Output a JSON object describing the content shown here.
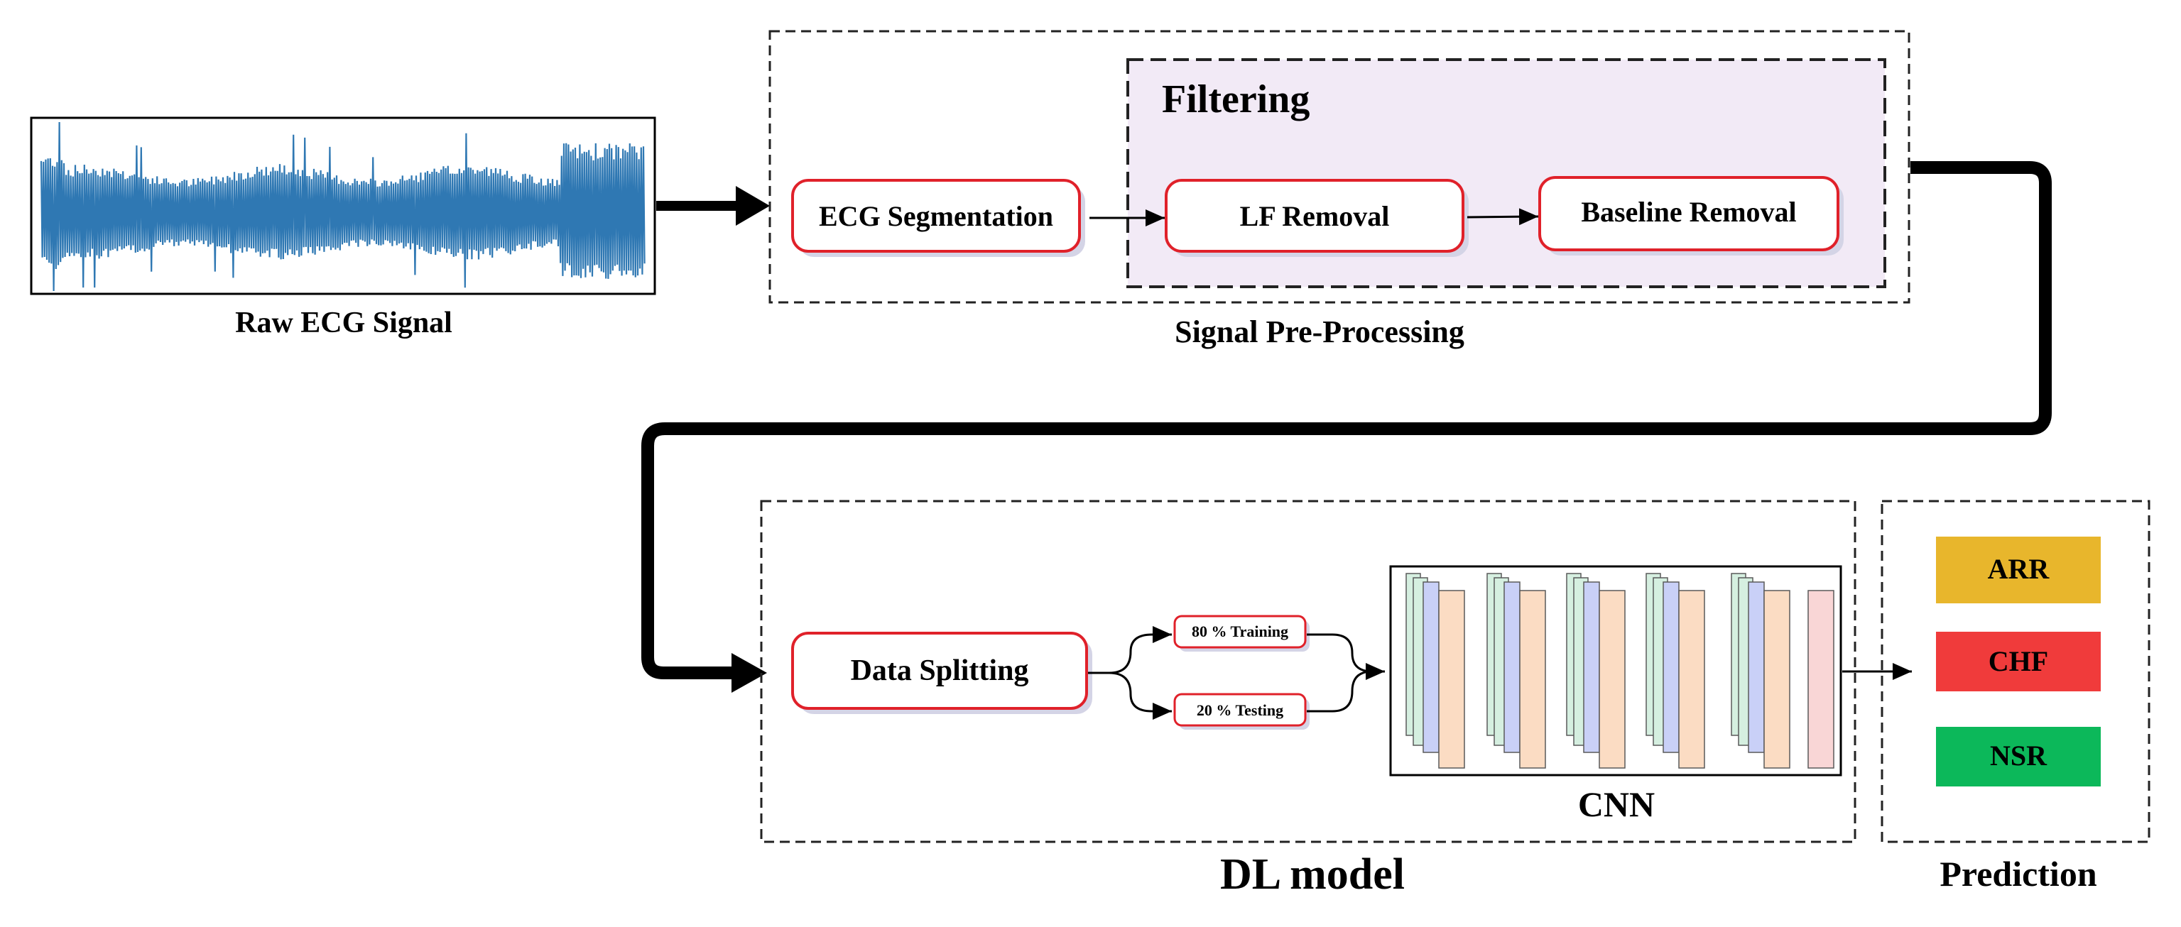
{
  "raw_signal": {
    "label": "Raw ECG Signal"
  },
  "preprocessing": {
    "label": "Signal Pre-Processing",
    "segmentation": "ECG Segmentation",
    "filtering": {
      "title": "Filtering",
      "lf_removal": "LF Removal",
      "baseline_removal": "Baseline Removal"
    }
  },
  "dl_model": {
    "label": "DL model",
    "data_splitting": "Data Splitting",
    "training": "80 % Training",
    "testing": "20 % Testing",
    "cnn_label": "CNN"
  },
  "prediction": {
    "label": "Prediction",
    "classes": [
      {
        "name": "ARR",
        "color": "#e8b62c"
      },
      {
        "name": "CHF",
        "color": "#f03b3b"
      },
      {
        "name": "NSR",
        "color": "#0cb85a"
      }
    ]
  },
  "colors": {
    "signal": "#2f78b3",
    "box_border": "#e0212a",
    "box_shadow": "#d4d4e6",
    "filtering_bg": "#f2eaf6",
    "cnn_green": "#d5efe0",
    "cnn_blue": "#c9d0f7",
    "cnn_orange": "#fbdcc3",
    "cnn_pink": "#f9d6d6"
  }
}
